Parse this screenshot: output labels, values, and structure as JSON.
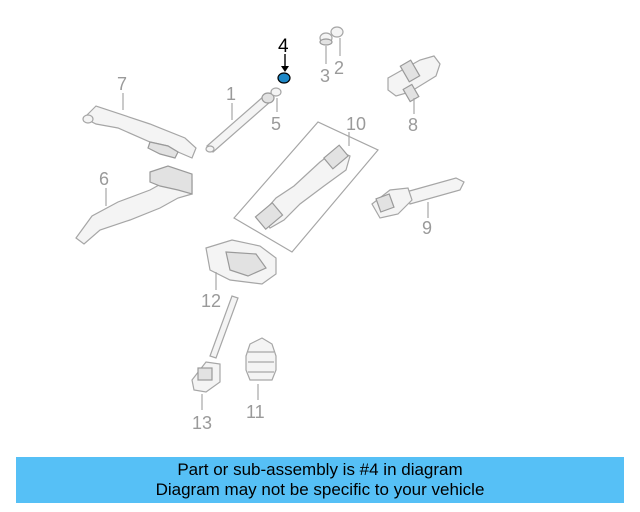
{
  "diagram": {
    "callouts": {
      "c1": "1",
      "c2": "2",
      "c3": "3",
      "c4": "4",
      "c5": "5",
      "c6": "6",
      "c7": "7",
      "c8": "8",
      "c9": "9",
      "c10": "10",
      "c11": "11",
      "c12": "12",
      "c13": "13"
    },
    "highlight_color": "#1e88c7"
  },
  "banner": {
    "line1": "Part or sub-assembly is #4 in diagram",
    "line2": "Diagram may not be specific to your vehicle",
    "background": "#56c0f6"
  }
}
